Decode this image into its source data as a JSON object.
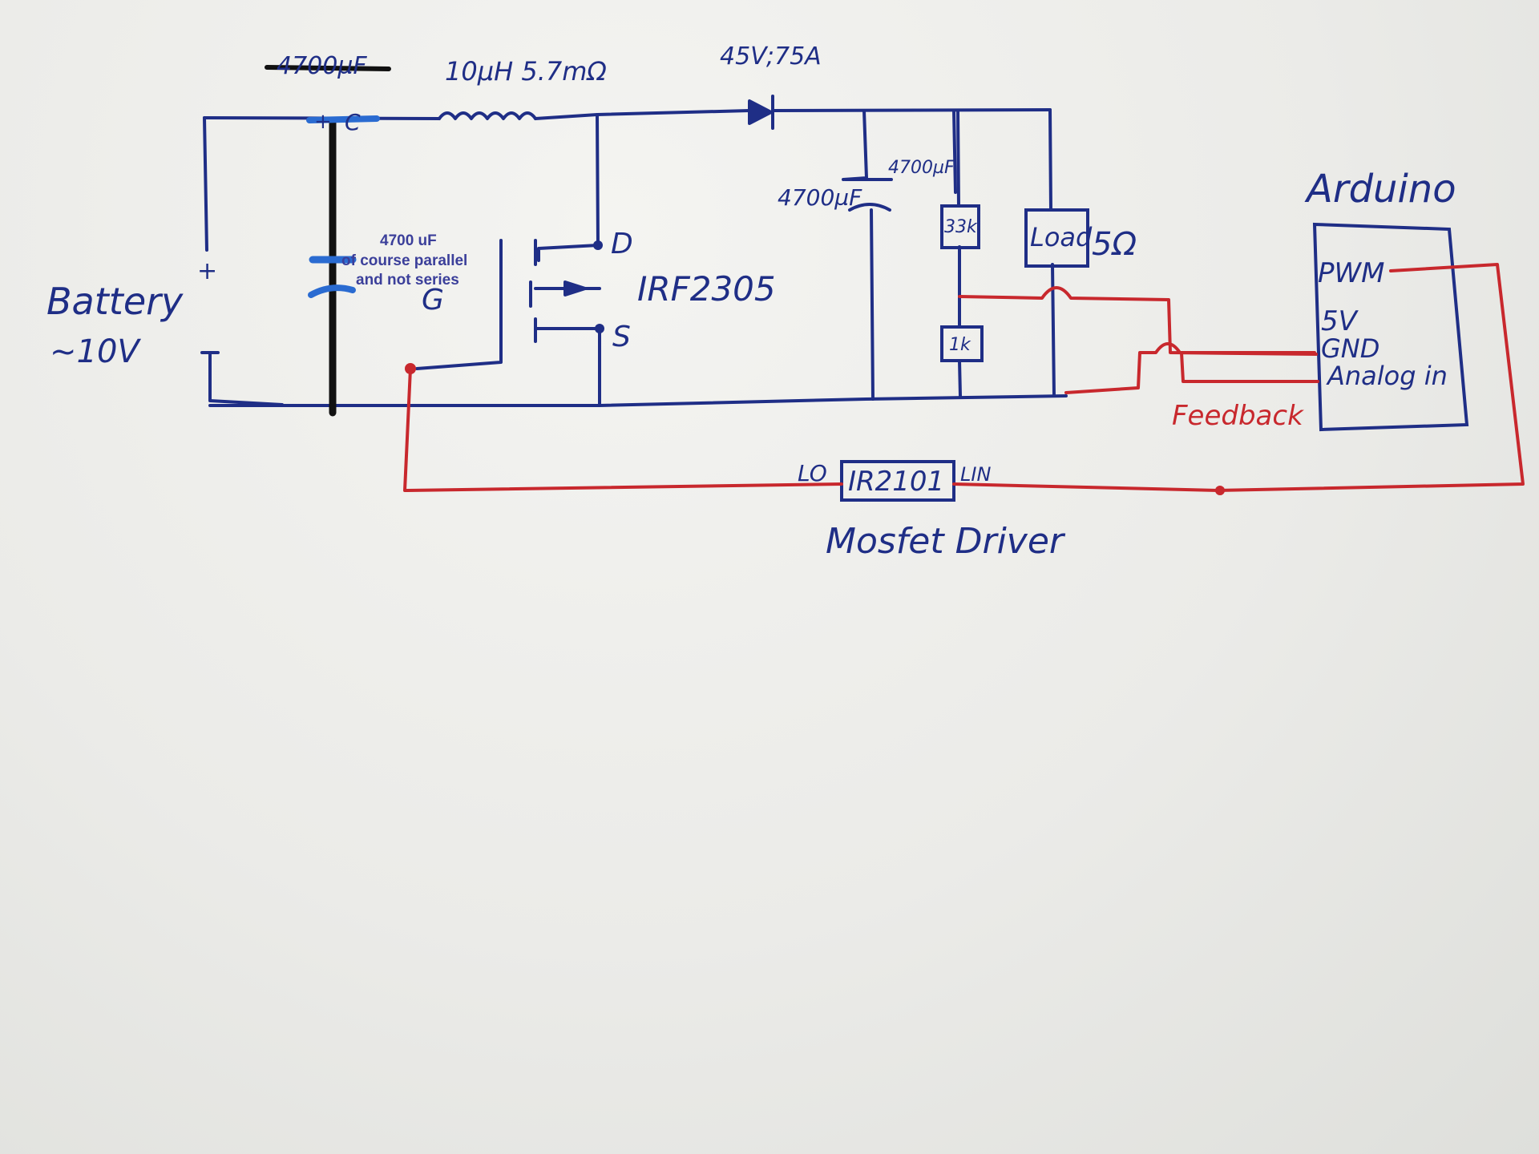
{
  "labels": {
    "top_cap_crossed": "4700µF",
    "inductor": "10µH 5.7mΩ",
    "diode": "45V;75A",
    "cap_mid_small": "4700µF",
    "cap_left_scribble": "4700µF",
    "res_top": "33k",
    "res_bottom": "1k",
    "load": "Load",
    "load_value": "5Ω",
    "battery": "Battery",
    "battery_voltage": "~10V",
    "plus": "+",
    "cap_plus": "+",
    "cap_c": "C",
    "mosfet_d": "D",
    "mosfet_g": "G",
    "mosfet_s": "S",
    "mosfet_name": "IRF2305",
    "arduino": "Arduino",
    "pin_pwm": "PWM",
    "pin_5v": "5V",
    "pin_gnd": "GND",
    "pin_analog": "Analog in",
    "feedback": "Feedback",
    "driver_chip": "IR2101",
    "driver_lo": "LO",
    "driver_lin": "LIN",
    "driver_caption": "Mosfet Driver",
    "note_value": "4700 uF",
    "note_line1": "of course parallel",
    "note_line2": "and not series"
  },
  "colors": {
    "ink_blue": "#1f2e86",
    "ink_red": "#c8282d",
    "marker_blue": "#2a6bd1",
    "black_bar": "#111111"
  }
}
